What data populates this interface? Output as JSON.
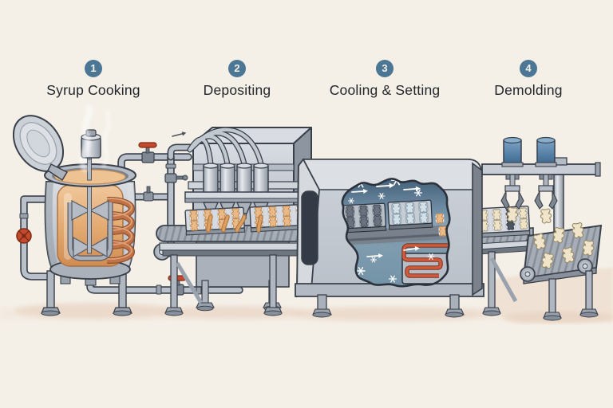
{
  "stages": [
    {
      "number": "1",
      "label": "Syrup Cooking"
    },
    {
      "number": "2",
      "label": "Depositing"
    },
    {
      "number": "3",
      "label": "Cooling & Setting"
    },
    {
      "number": "4",
      "label": "Demolding"
    }
  ],
  "colors": {
    "background": "#f4f0e8",
    "step_badge": "#4b7795",
    "step_badge_text": "#f3f1ea",
    "label_text": "#22252a",
    "machine_steel": "#c6ccd4",
    "outline": "#39404a",
    "syrup_amber": "#e2a96f",
    "copper_coil": "#c17348",
    "cold_air_blue": "#7c9db2",
    "refrigerant_coil_red": "#cd5b3c",
    "valve_red": "#c24a2e",
    "actuator_blue": "#4a7aa5",
    "gummy_cream": "#f0e5cb",
    "shadow_tan": "#eedfd2"
  },
  "components": {
    "stage1": [
      "cooking-kettle",
      "kettle-lid",
      "agitator",
      "copper-heating-coil",
      "steam",
      "pipes",
      "red-valves"
    ],
    "stage2": [
      "depositor-machine",
      "feed-hoses",
      "nozzles",
      "syrup-streams",
      "mold-trays",
      "conveyor-belt"
    ],
    "stage3": [
      "cooling-tunnel",
      "cutaway-view",
      "cold-air-arrows",
      "snowflakes",
      "refrigeration-coil",
      "setting-molds"
    ],
    "stage4": [
      "gantry-frame",
      "pneumatic-pickers",
      "grippers",
      "demold-tray",
      "empty-cavities",
      "takeaway-conveyor",
      "gummy-bears"
    ]
  }
}
